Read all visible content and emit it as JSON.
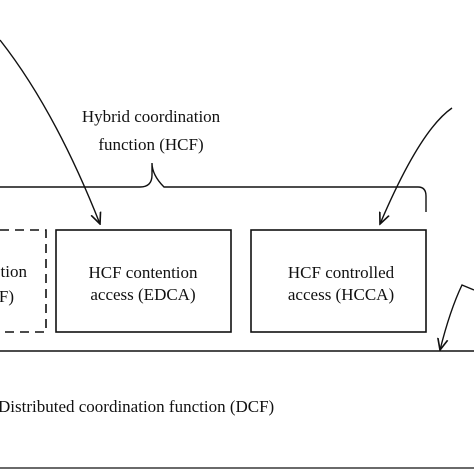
{
  "diagram": {
    "hcf_label": {
      "line1": "Hybrid coordination",
      "line2": "function (HCF)"
    },
    "left_box": {
      "line1": "tion",
      "line2": "F)"
    },
    "edca_box": {
      "line1": "HCF contention",
      "line2": "access (EDCA)"
    },
    "hcca_box": {
      "line1": "HCF controlled",
      "line2": "access (HCCA)"
    },
    "dcf_label": "Distributed coordination function (DCF)"
  },
  "colors": {
    "stroke": "#111111",
    "background": "#ffffff"
  }
}
